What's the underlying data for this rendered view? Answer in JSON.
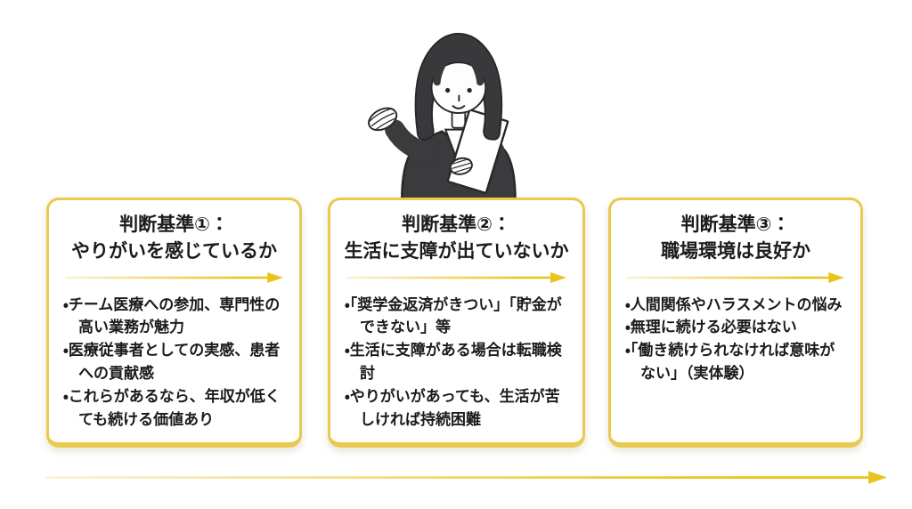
{
  "colors": {
    "border_yellow": "#e9c94e",
    "arrow_gold": "#eac31d",
    "arrow_light": "#f9f2d8",
    "text_dark": "#1b1b1b"
  },
  "illustration": {
    "label": "businesswoman-presenting-with-document"
  },
  "cards": [
    {
      "title_top": "判断基準①：",
      "title_main": "やりがいを感じているか",
      "bullets": [
        "・チーム医療への参加、専門性の高い業務が魅力",
        "・医療従事者としての実感、患者への貢献感",
        "・これらがあるなら、年収が低くても続ける価値あり"
      ]
    },
    {
      "title_top": "判断基準②：",
      "title_main": "生活に支障が出ていないか",
      "bullets": [
        "・「奨学金返済がきつい」「貯金ができない」等",
        "・生活に支障がある場合は転職検討",
        "・やりがいがあっても、生活が苦しければ持続困難"
      ]
    },
    {
      "title_top": "判断基準③：",
      "title_main": "職場環境は良好か",
      "bullets": [
        "・人間関係やハラスメントの悩み",
        "・無理に続ける必要はない",
        "・「働き続けられなければ意味がない」（実体験）"
      ]
    }
  ]
}
